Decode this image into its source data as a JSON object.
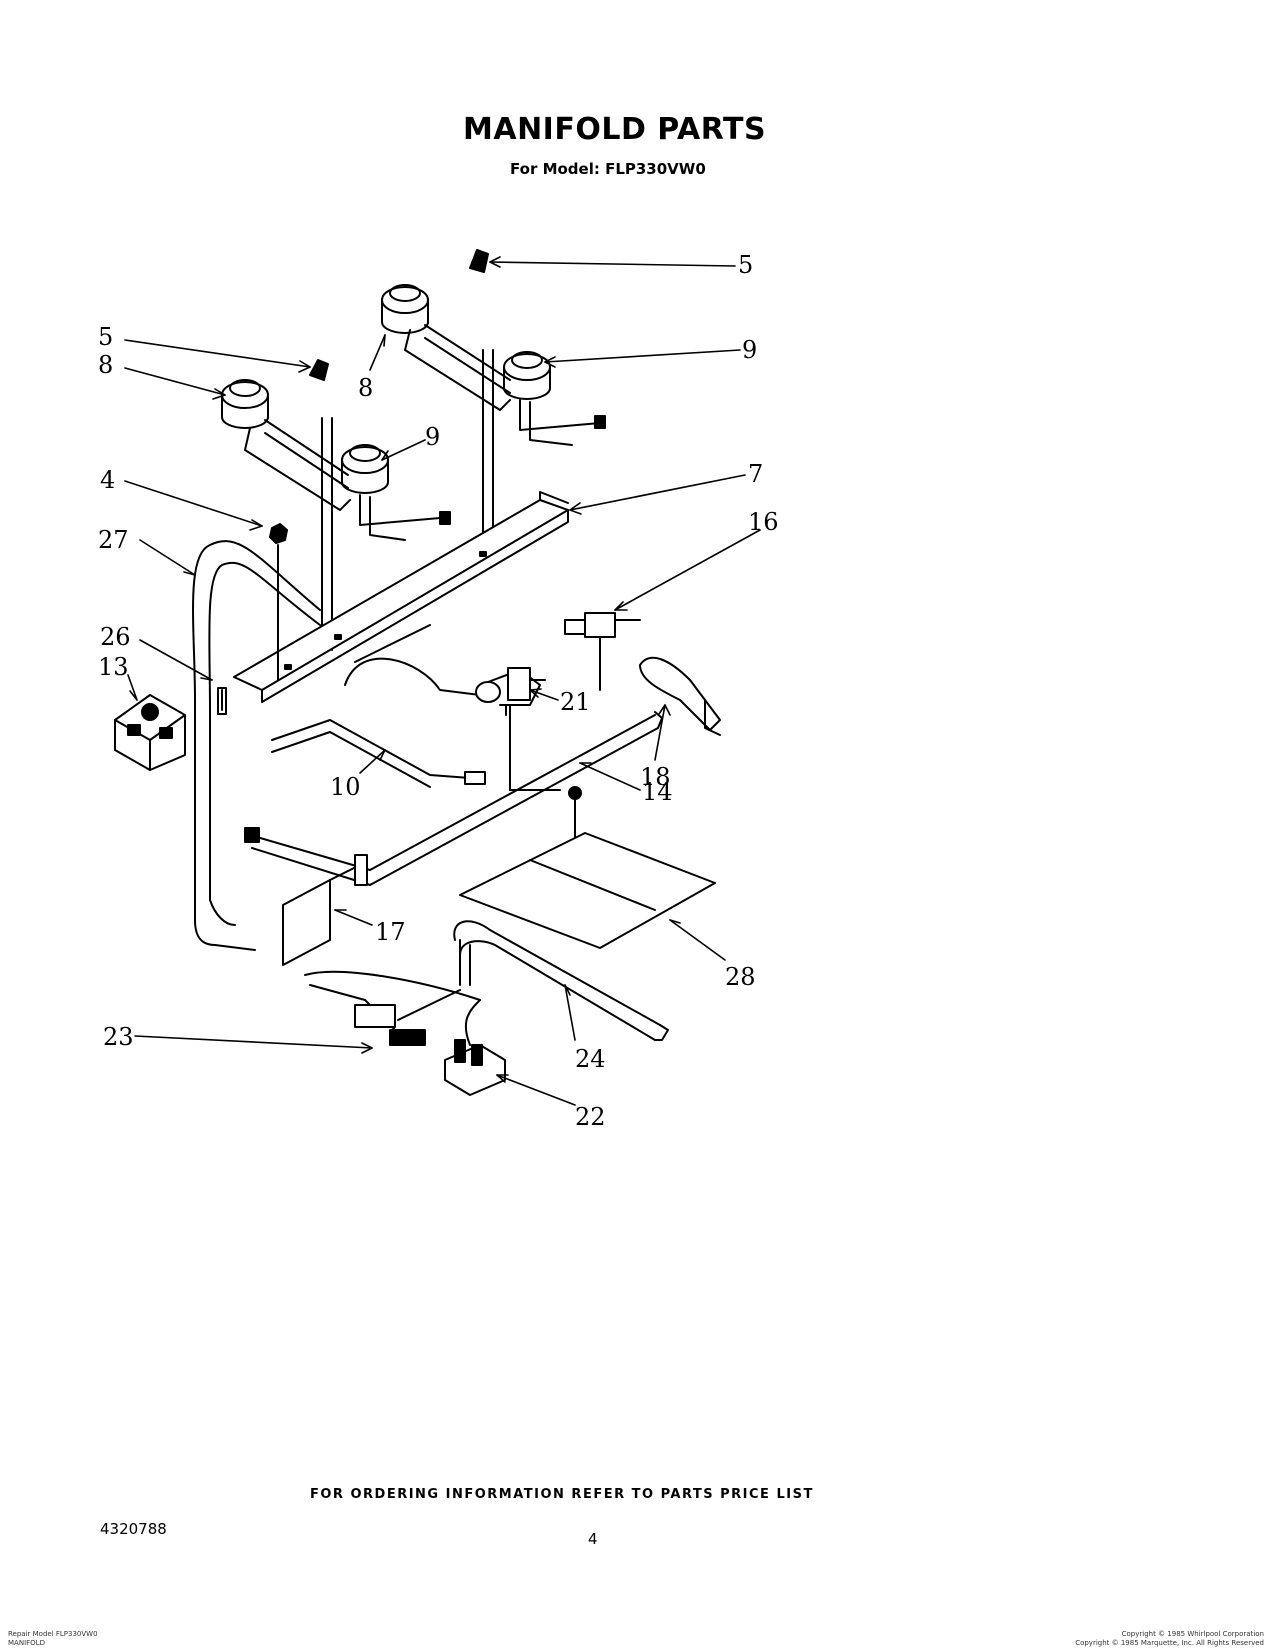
{
  "header": {
    "title": "MANIFOLD PARTS",
    "subtitle": "For Model: FLP330VW0"
  },
  "diagram": {
    "callouts": [
      "5",
      "5",
      "8",
      "8",
      "9",
      "9",
      "4",
      "7",
      "27",
      "16",
      "26",
      "13",
      "21",
      "10",
      "18",
      "14",
      "17",
      "28",
      "23",
      "24",
      "22"
    ]
  },
  "footer": {
    "ordering_note": "FOR ORDERING INFORMATION REFER TO PARTS PRICE LIST",
    "doc_number": "4320788",
    "page_number": "4",
    "fine_left_line1": "Repair Model FLP330VW0",
    "fine_left_line2": "MANIFOLD",
    "fine_right_line1": "Copyright © 1985 Whirlpool Corporation",
    "fine_right_line2": "Copyright © 1985 Marquette, Inc. All Rights Reserved"
  }
}
